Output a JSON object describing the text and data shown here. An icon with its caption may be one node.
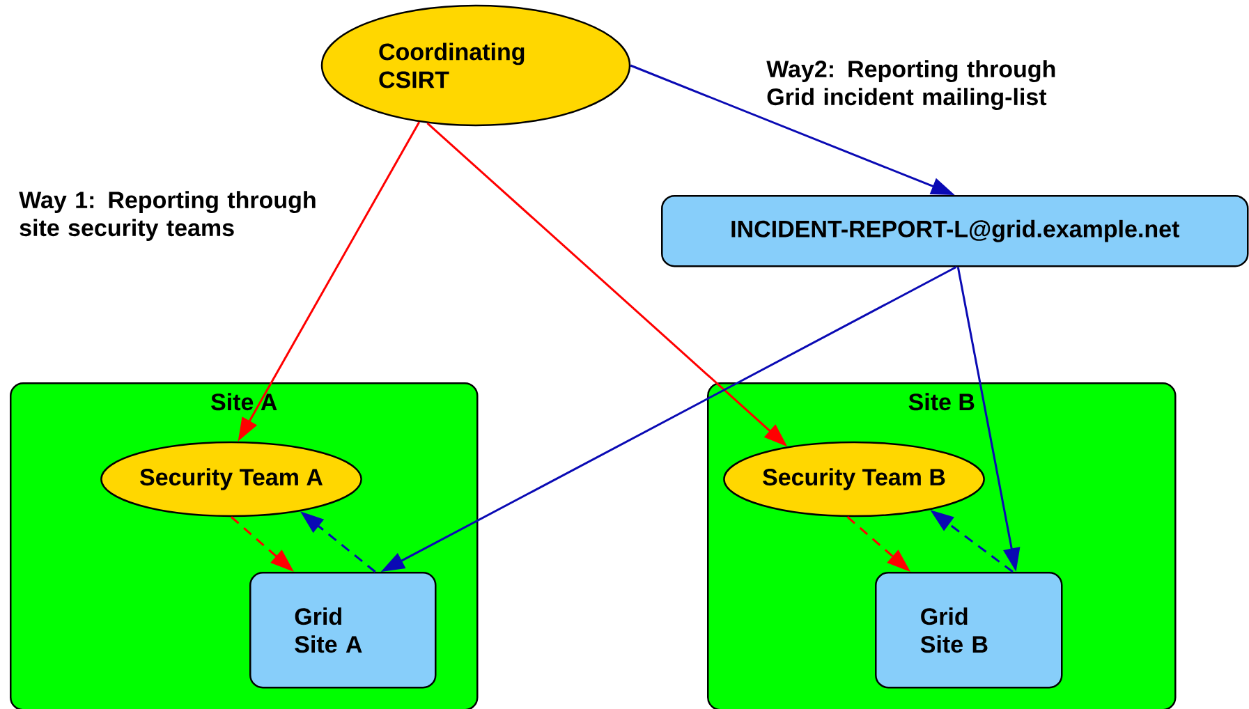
{
  "diagram": {
    "nodes": [
      {
        "text": [
          "Coordinating CSIRT"
        ]
      },
      {
        "text": [
          "INCIDENT-REPORT-L@grid.example.net"
        ]
      },
      {
        "text": [
          "Site A"
        ]
      },
      {
        "text": [
          "Security Team A"
        ],
        "in": 2
      },
      {
        "text": [
          "Grid Site A"
        ],
        "in": 2
      },
      {
        "text": [
          "Site B"
        ]
      },
      {
        "text": [
          "Security Team B"
        ],
        "in": 5
      },
      {
        "text": [
          "Grid Site B"
        ],
        "in": 5
      }
    ],
    "edges": [
      {
        "from": 0,
        "to": 3,
        "arrow": "to",
        "color": "#ff0000"
      },
      {
        "from": 0,
        "to": 6,
        "arrow": "to",
        "color": "#ff0000"
      },
      {
        "from": 0,
        "to": 1,
        "arrow": "to"
      },
      {
        "from": 1,
        "to": 4,
        "arrow": "to"
      },
      {
        "from": 1,
        "to": 7,
        "arrow": "to"
      },
      {
        "from": 3,
        "to": 4,
        "arrow": "to",
        "style": "dashed",
        "color": "#ff0000"
      },
      {
        "from": 4,
        "to": 3,
        "arrow": "to",
        "style": "dashed"
      },
      {
        "from": 6,
        "to": 7,
        "arrow": "to",
        "style": "dashed",
        "color": "#ff0000"
      },
      {
        "from": 7,
        "to": 6,
        "arrow": "to",
        "style": "dashed"
      }
    ],
    "labels": [
      "Way 1: Reporting through site security teams",
      "Way2: Reporting through Grid incident mailing-list"
    ]
  }
}
